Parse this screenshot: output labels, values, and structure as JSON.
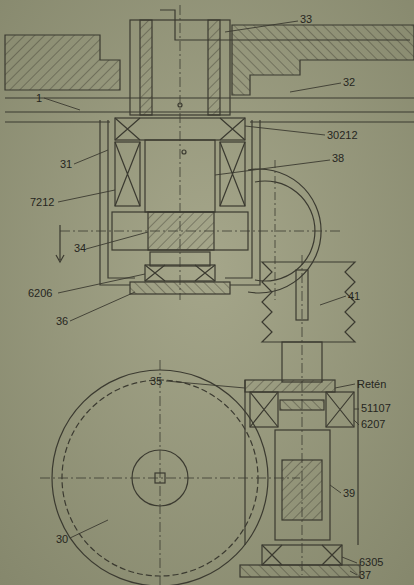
{
  "diagram": {
    "labels": [
      "33",
      "1",
      "32",
      "30212",
      "31",
      "38",
      "7212",
      "34",
      "6206",
      "36",
      "41",
      "35",
      "Retén",
      "51107",
      "6207",
      "30",
      "39",
      "6305",
      "37"
    ]
  }
}
